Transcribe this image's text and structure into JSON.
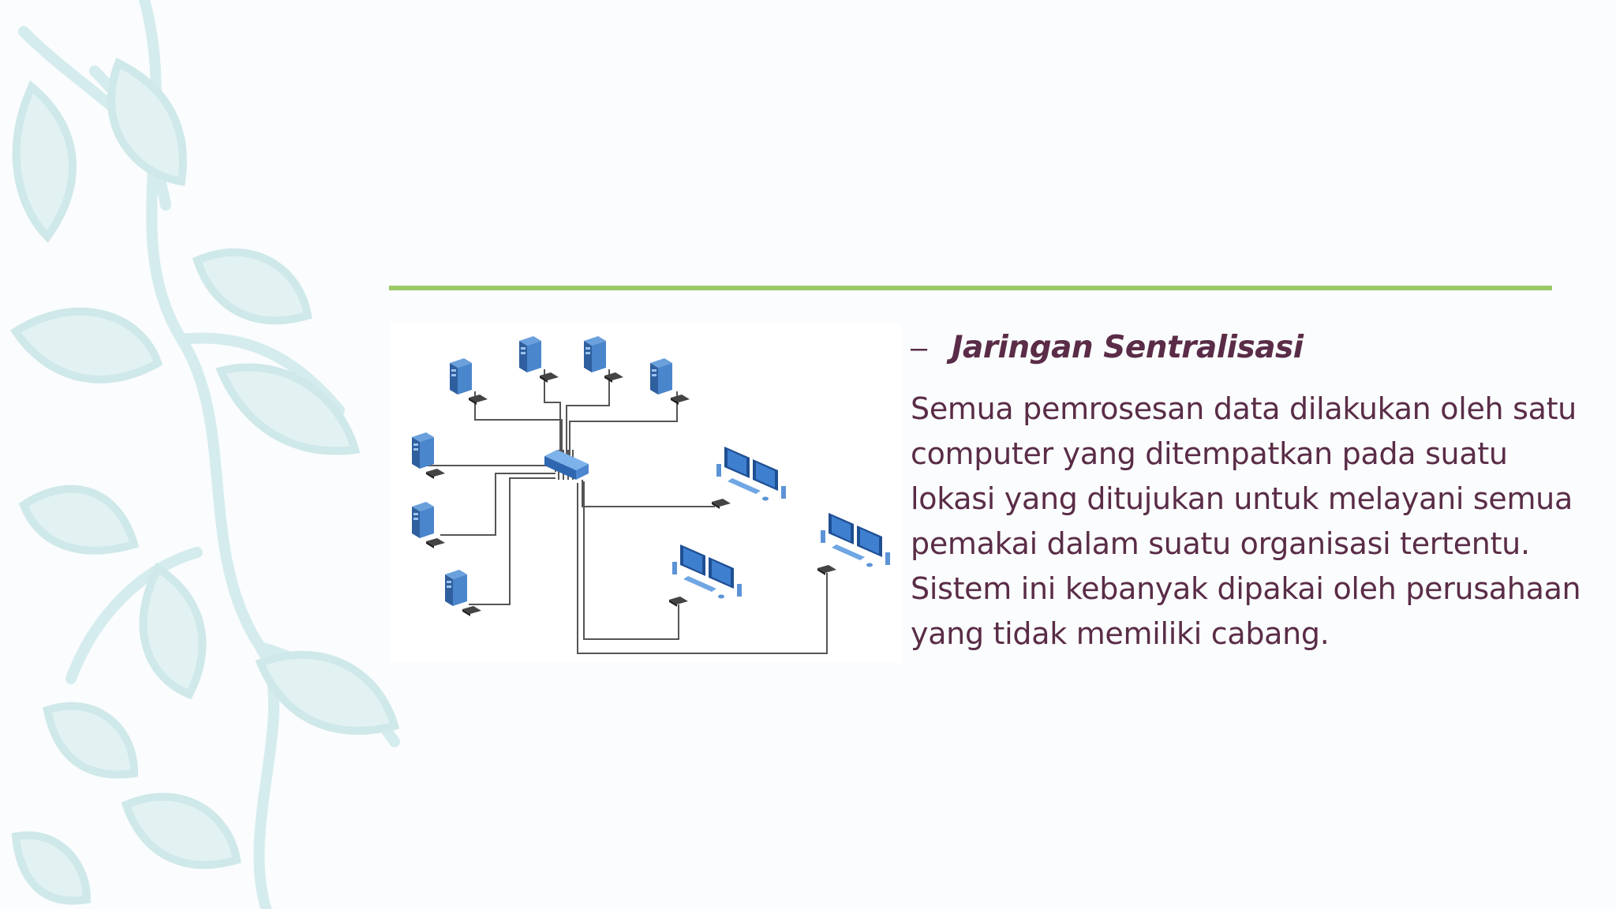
{
  "slide": {
    "bullet_marker": "–",
    "heading": "Jaringan Sentralisasi",
    "body_lines": [
      "Semua pemrosesan data dilakukan oleh satu",
      "computer yang ditempatkan pada suatu",
      "lokasi yang ditujukan untuk melayani semua",
      "pemakai dalam suatu organisasi tertentu.",
      "Sistem ini kebanyak dipakai oleh perusahaan",
      "yang tidak memiliki cabang."
    ]
  },
  "colors": {
    "accent_rule": "#9bc869",
    "text": "#5a2c47",
    "decor_leaves": "#d5ecee",
    "device_blue": "#3d78c2"
  },
  "icons": [
    "leaf-vine-decoration",
    "server-tower-icon",
    "network-switch-icon",
    "workstation-icon"
  ]
}
